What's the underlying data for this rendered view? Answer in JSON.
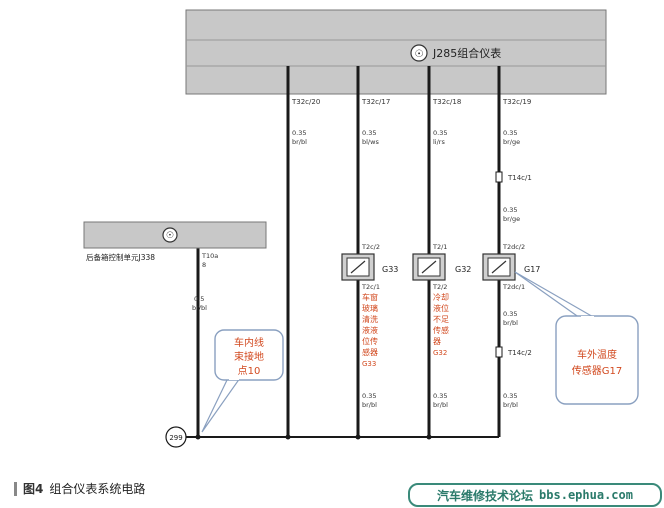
{
  "cluster": {
    "label": "J285组合仪表"
  },
  "ecu": {
    "label": "后备箱控制单元J338",
    "pin_conn": "T10a",
    "pin_num": "8"
  },
  "top_pins": [
    "T32c/20",
    "T32c/17",
    "T32c/18",
    "T32c/19"
  ],
  "wires": {
    "w1": {
      "size": "0.35",
      "color": "br/bl"
    },
    "w2": {
      "size": "0.35",
      "color": "bl/ws"
    },
    "w3": {
      "size": "0.35",
      "color": "li/rs"
    },
    "w4": {
      "size": "0.35",
      "color": "br/ge"
    },
    "w4b": {
      "size": "0.35",
      "color": "br/ge"
    },
    "w4c": {
      "size": "0.35",
      "color": "br/bl"
    },
    "ecu_wire": {
      "size": "0.5",
      "color": "br/bl"
    },
    "g33_bottom": {
      "size": "0.35",
      "color": "br/bl"
    },
    "g32_bottom": {
      "size": "0.35",
      "color": "br/bl"
    },
    "g17_bottom": {
      "size": "0.35",
      "color": "br/bl"
    }
  },
  "connectors": {
    "t14_top": "T14c/1",
    "t14_bottom": "T14c/2"
  },
  "sensors": [
    {
      "name": "G33",
      "pin_top": "T2c/2",
      "pin_bottom": "T2c/1",
      "desc": [
        "车窗",
        "玻璃",
        "清洗",
        "液液",
        "位传",
        "感器",
        "G33"
      ]
    },
    {
      "name": "G32",
      "pin_top": "T2/1",
      "pin_bottom": "T2/2",
      "desc": [
        "冷却",
        "液位",
        "不足",
        "传感",
        "器",
        "G32"
      ]
    },
    {
      "name": "G17",
      "pin_top": "T2dc/2",
      "pin_bottom": "T2dc/1"
    }
  ],
  "callouts": {
    "ground": [
      "车内线",
      "束接地",
      "点10"
    ],
    "g17": [
      "车外温度",
      "传感器G17"
    ]
  },
  "ground_point": "299",
  "caption": {
    "fig": "图4",
    "title": "组合仪表系统电路"
  },
  "watermark": {
    "text": "汽车维修技术论坛",
    "site": "bbs.ephua.com"
  },
  "colors": {
    "panel": "#c8c8c8",
    "wire": "#1a1a1a",
    "red": "#d2491f",
    "callout": "#8aa0c0"
  }
}
